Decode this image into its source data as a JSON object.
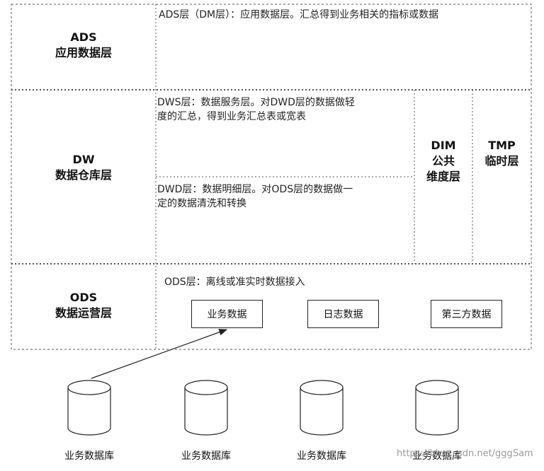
{
  "layers": {
    "ads": {
      "title": "ADS",
      "subtitle": "应用数据层",
      "desc": "ADS层（DM层）：应用数据层。汇总得到业务相关的指标或数据"
    },
    "dw": {
      "title": "DW",
      "subtitle": "数据仓库层",
      "dws_desc_line1": "DWS层：数据服务层。对DWD层的数据做轻",
      "dws_desc_line2": "度的汇总，得到业务汇总表或宽表",
      "dwd_desc_line1": "DWD层：数据明细层。对ODS层的数据做一",
      "dwd_desc_line2": "定的数据清洗和转换",
      "dim_line1": "DIM",
      "dim_line2": "公共",
      "dim_line3": "维度层",
      "tmp_line1": "TMP",
      "tmp_line2": "临时层"
    },
    "ods": {
      "title": "ODS",
      "subtitle": "数据运营层",
      "desc": "ODS层：离线或准实时数据接入",
      "sources": [
        "业务数据",
        "日志数据",
        "第三方数据"
      ]
    }
  },
  "databases": [
    "业务数据库",
    "业务数据库",
    "业务数据库",
    "业务数据库"
  ],
  "watermark": "https://blog.csdn.net/gggSam"
}
